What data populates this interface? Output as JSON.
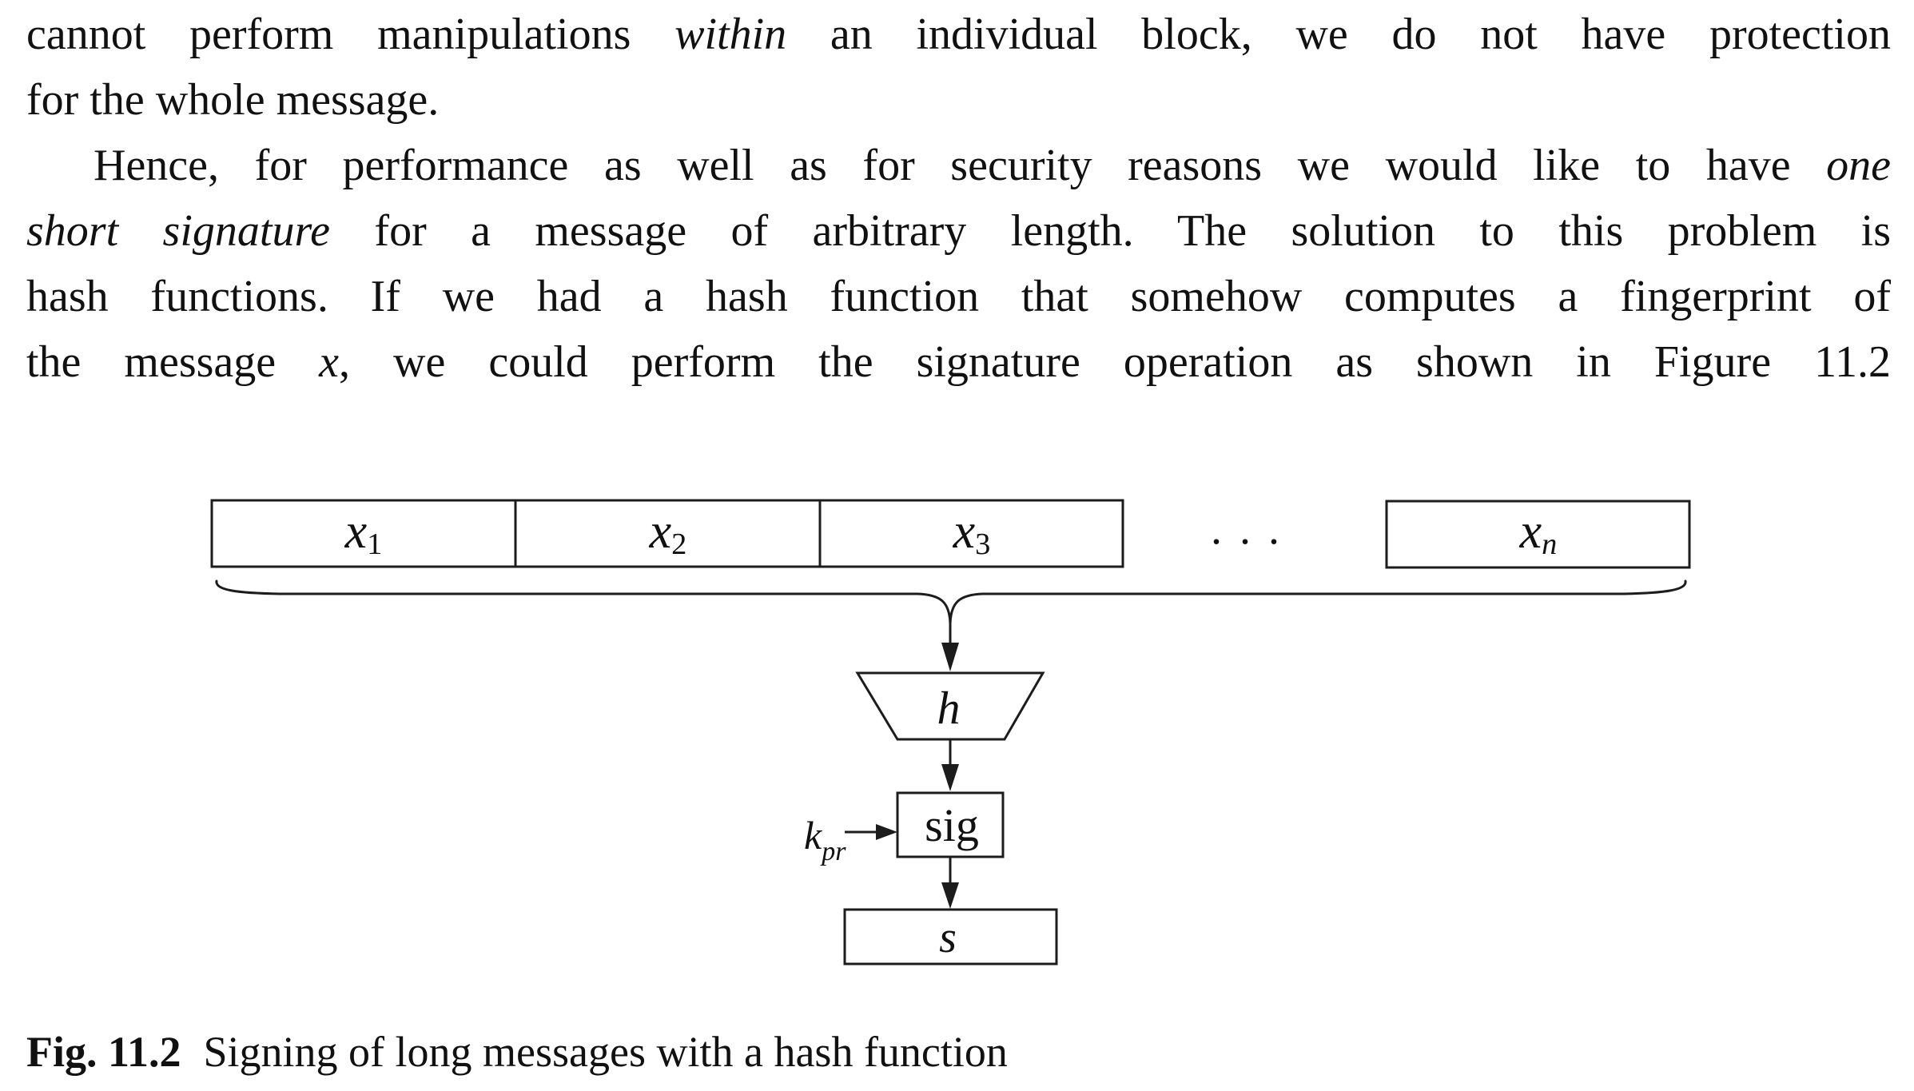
{
  "page": {
    "background": "#ffffff",
    "text_color": "#111111",
    "line_color": "#1c1c1c"
  },
  "text": {
    "l1": {
      "pre": "cannot perform manipulations ",
      "em": "within",
      "post": " an individual block, we do not have protection"
    },
    "l2": {
      "text": "for the whole message."
    },
    "l3": {
      "pre": "Hence, for performance as well as for security reasons we would like to have ",
      "em": "one"
    },
    "l4": {
      "em": "short signature",
      "post": " for a message of arbitrary length. The solution to this problem is"
    },
    "l5": {
      "text": "hash functions. If we had a hash function that somehow computes a fingerprint of"
    },
    "l6": {
      "pre": "the message ",
      "em": "x",
      "post": ", we could perform the signature operation as shown in Figure 11.2"
    }
  },
  "figure": {
    "blocks": [
      {
        "base": "x",
        "sub": "1"
      },
      {
        "base": "x",
        "sub": "2"
      },
      {
        "base": "x",
        "sub": "3"
      },
      {
        "base": "x",
        "sub": "n"
      }
    ],
    "dots": ". . .",
    "hash_label": "h",
    "sig_label": "sig",
    "output_label": "s",
    "key": {
      "base": "k",
      "sub": "pr"
    }
  },
  "caption": {
    "tag": "Fig. 11.2",
    "text": "Signing of long messages with a hash function"
  }
}
